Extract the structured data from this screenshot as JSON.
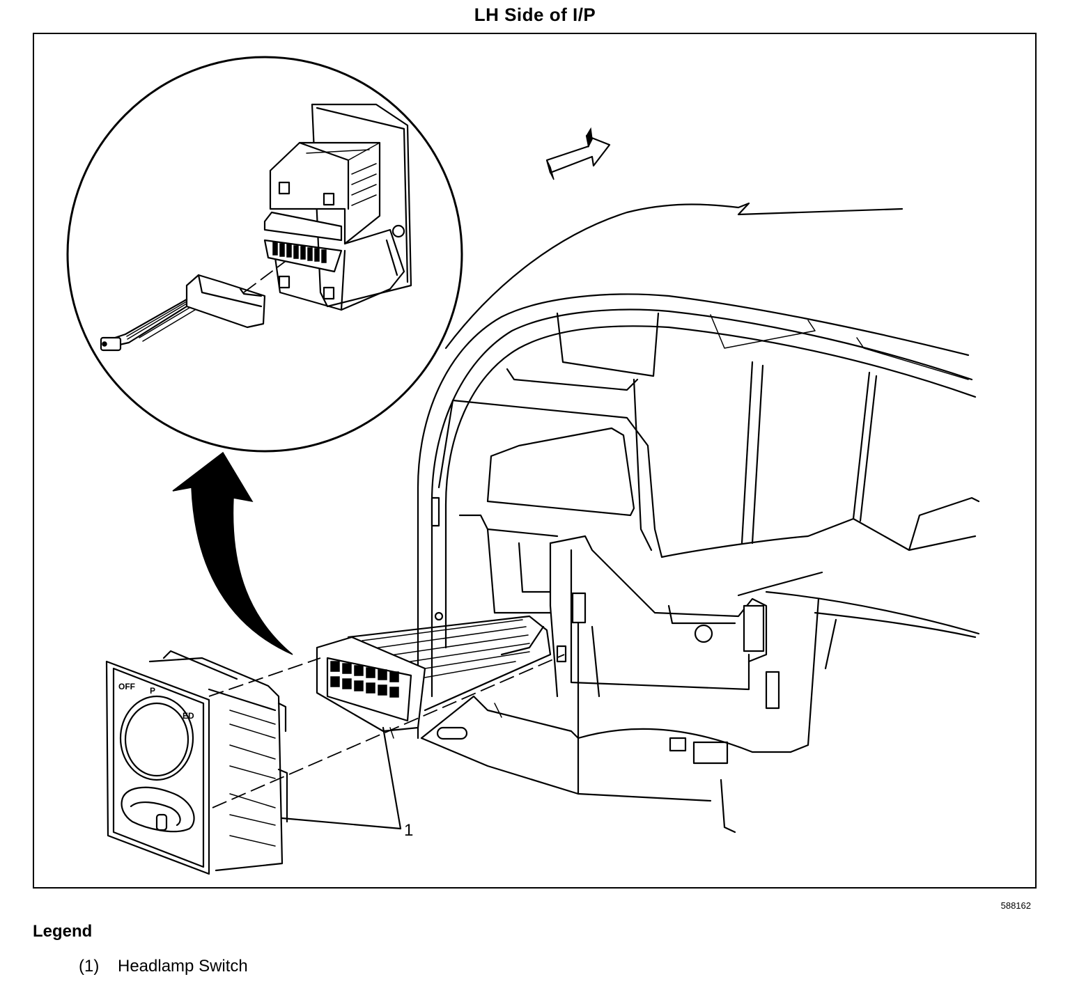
{
  "title": "LH Side of I/P",
  "callout_label": "1",
  "figure_id": "588162",
  "legend": {
    "heading": "Legend",
    "items": [
      {
        "number": "(1)",
        "label": "Headlamp Switch"
      }
    ]
  },
  "switch_markings": {
    "off": "OFF",
    "park": "P",
    "head": "ED"
  }
}
